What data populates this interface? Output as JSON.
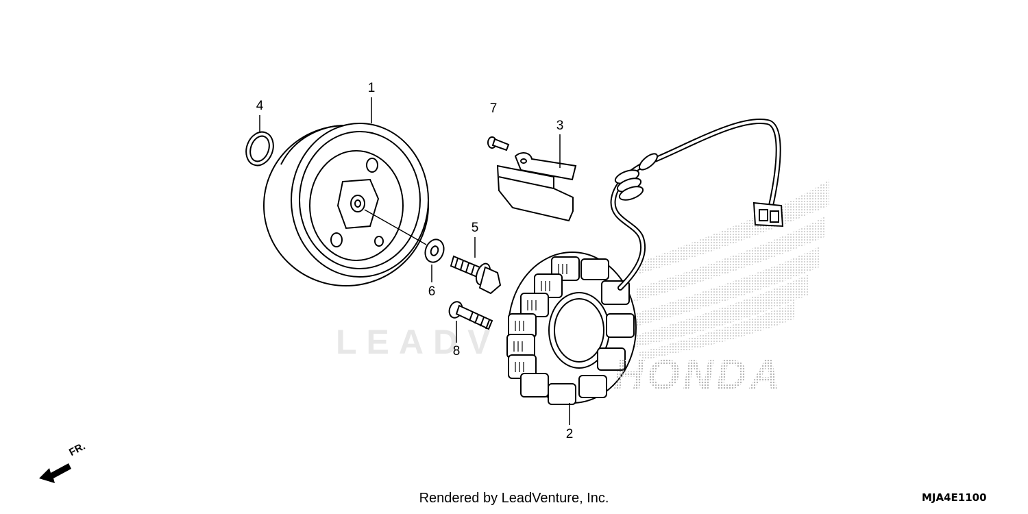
{
  "callouts": {
    "c1": "1",
    "c2": "2",
    "c3": "3",
    "c4": "4",
    "c5": "5",
    "c6": "6",
    "c7": "7",
    "c8": "8"
  },
  "watermark": "LEADV",
  "brand": "HONDA",
  "front_label": "FR.",
  "footer": "Rendered by LeadVenture, Inc.",
  "diagram_code": "MJA4E1100",
  "colors": {
    "line": "#000000",
    "watermark": "#e7e7e7",
    "halftone": "#b5b5b5"
  }
}
